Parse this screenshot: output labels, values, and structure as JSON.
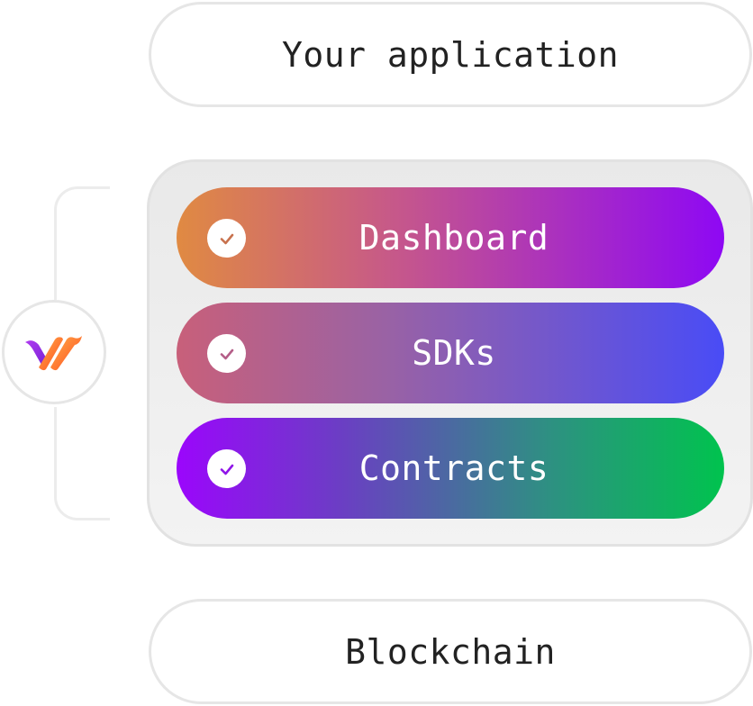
{
  "diagram": {
    "top_layer": {
      "label": "Your application"
    },
    "stack": {
      "items": [
        {
          "label": "Dashboard",
          "check_color": "#c8724e"
        },
        {
          "label": "SDKs",
          "check_color": "#b45e88"
        },
        {
          "label": "Contracts",
          "check_color": "#8f14e8"
        }
      ]
    },
    "bottom_layer": {
      "label": "Blockchain"
    },
    "logo": {
      "icon": "brand-logo-icon",
      "colors": [
        "#8a2be2",
        "#ff5a1f",
        "#ff9a3c"
      ]
    }
  }
}
